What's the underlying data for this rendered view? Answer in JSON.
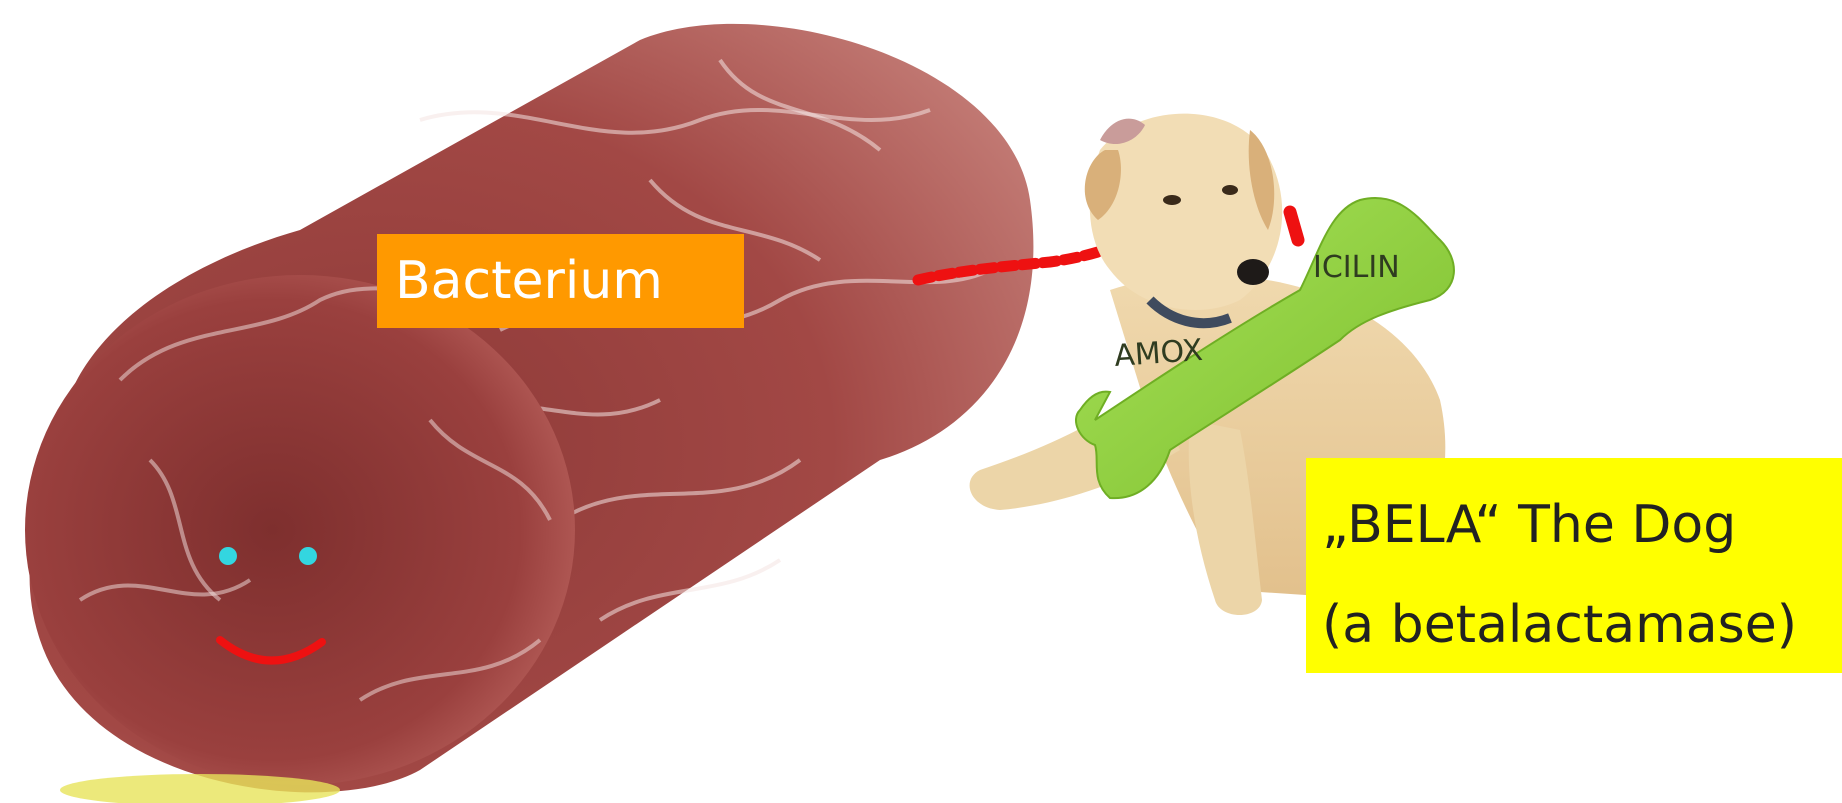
{
  "labels": {
    "bacterium": "Bacterium",
    "dog_name": "„BELA“ The Dog",
    "dog_desc": "(a betalactamase)",
    "bone_left": "AMOX",
    "bone_right": "ICILIN"
  },
  "colors": {
    "bacterium_label_bg": "#ff9900",
    "dog_caption_bg": "#ffff00",
    "bacterium_body": "#a84a48",
    "bone": "#8fd23a",
    "leash": "#ee1111",
    "eyes": "#33d6e0",
    "smile": "#ee1111"
  }
}
